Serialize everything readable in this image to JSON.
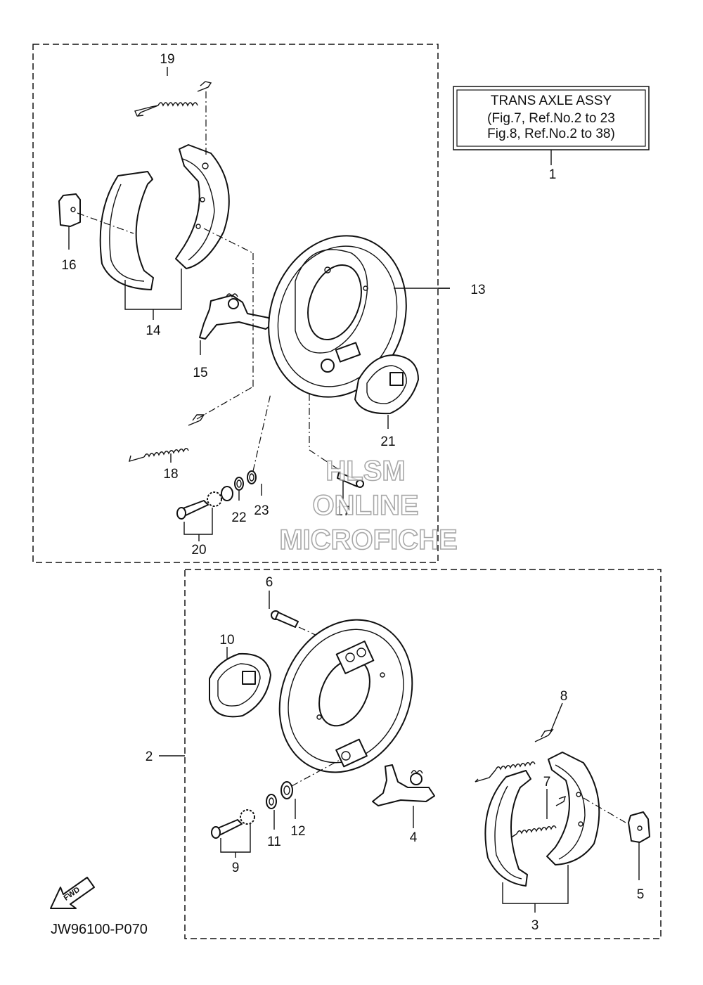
{
  "info_box": {
    "title": "TRANS AXLE ASSY",
    "line1": "(Fig.7, Ref.No.2 to 23",
    "line2": "Fig.8, Ref.No.2 to 38)"
  },
  "callouts": {
    "c1": "1",
    "c2": "2",
    "c3": "3",
    "c4": "4",
    "c5": "5",
    "c6": "6",
    "c7": "7",
    "c8": "8",
    "c9": "9",
    "c10": "10",
    "c11": "11",
    "c12": "12",
    "c13": "13",
    "c14": "14",
    "c15": "15",
    "c16": "16",
    "c17": "17",
    "c18": "18",
    "c19": "19",
    "c20": "20",
    "c21": "21",
    "c22": "22",
    "c23": "23"
  },
  "fwd_label": "FWD",
  "drawing_code": "JW96100-P070",
  "watermark": {
    "line1": "HLSM",
    "line2": "ONLINE",
    "line3": "MICROFICHE"
  }
}
